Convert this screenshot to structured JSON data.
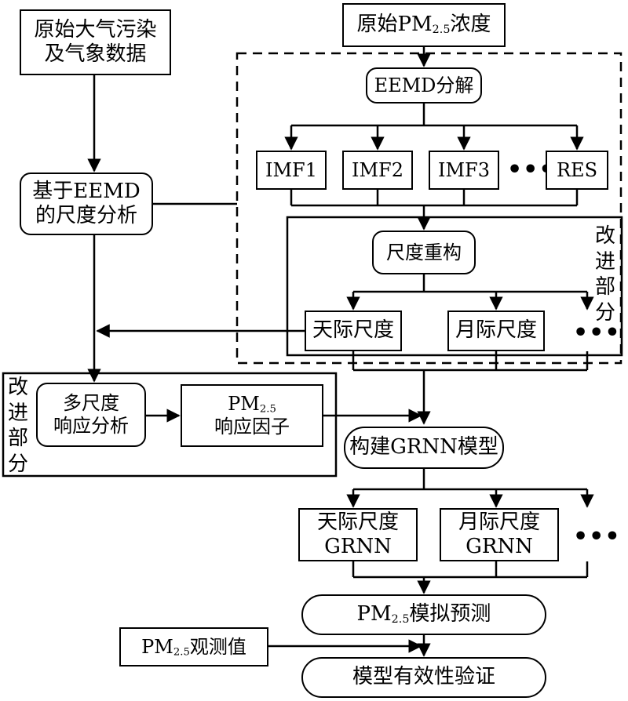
{
  "nodes": {
    "raw_met": {
      "line1": "原始大气污染",
      "line2": "及气象数据"
    },
    "raw_pm": {
      "prefix": "原始PM",
      "sub": "2.5",
      "suffix": "浓度"
    },
    "eemd": "EEMD分解",
    "imf1": "IMF1",
    "imf2": "IMF2",
    "imf3": "IMF3",
    "res": "RES",
    "scale_analysis": {
      "line1": "基于EEMD",
      "line2": "的尺度分析"
    },
    "reconstruct": "尺度重构",
    "daily_scale": "天际尺度",
    "monthly_scale": "月际尺度",
    "multi_scale": {
      "line1": "多尺度",
      "line2": "响应分析"
    },
    "pm_factor": {
      "prefix": "PM",
      "sub": "2.5",
      "line2": "响应因子"
    },
    "build_grnn": "构建GRNN模型",
    "daily_grnn": {
      "line1": "天际尺度",
      "line2": "GRNN"
    },
    "monthly_grnn": {
      "line1": "月际尺度",
      "line2": "GRNN"
    },
    "simulate": {
      "prefix": "PM",
      "sub": "2.5",
      "suffix": "模拟预测"
    },
    "observed": {
      "prefix": "PM",
      "sub": "2.5",
      "suffix": "观测值"
    },
    "validate": "模型有效性验证"
  },
  "labels": {
    "improved_right": [
      "改",
      "进",
      "部",
      "分"
    ],
    "improved_left": [
      "改",
      "进",
      "部",
      "分"
    ],
    "ellipsis": "•••"
  }
}
